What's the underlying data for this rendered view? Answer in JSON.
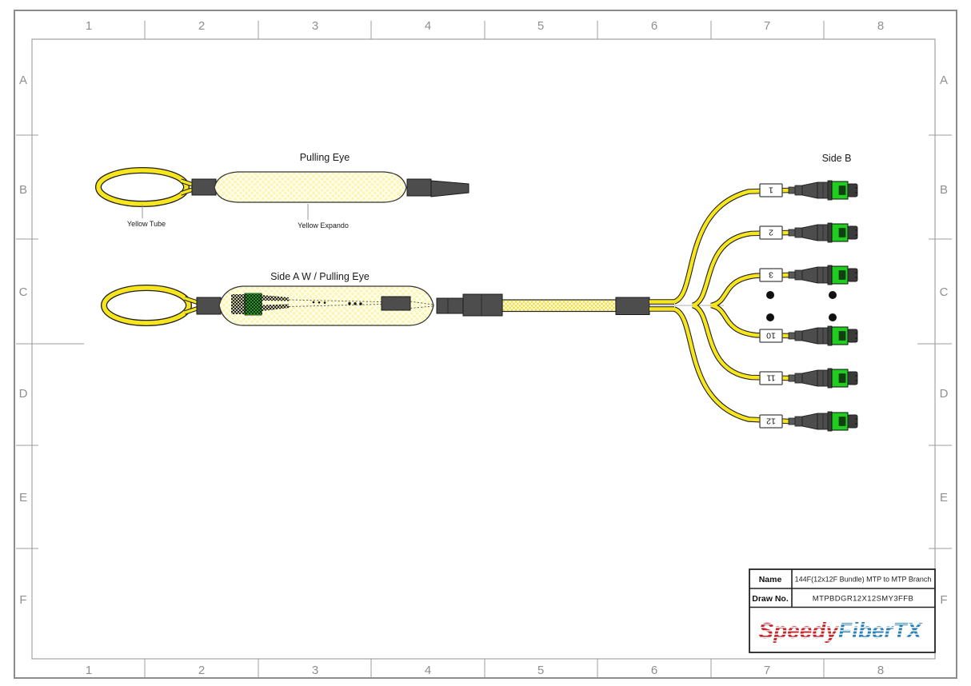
{
  "sheet": {
    "grid": {
      "columns": [
        "1",
        "2",
        "3",
        "4",
        "5",
        "6",
        "7",
        "8"
      ],
      "rows": [
        "A",
        "B",
        "C",
        "D",
        "E",
        "F"
      ]
    },
    "pulling_eye": {
      "title": "Pulling Eye",
      "tube_label": "Yellow Tube",
      "expando_label": "Yellow Expando"
    },
    "side_a": {
      "title": "Side A W / Pulling Eye"
    },
    "side_b": {
      "title": "Side B",
      "branch_labels": [
        "1",
        "2",
        "3",
        "10",
        "11",
        "12"
      ]
    },
    "title_block": {
      "name_label": "Name",
      "name_value": "144F(12x12F Bundle) MTP to MTP Branch",
      "draw_no_label": "Draw No.",
      "draw_no_value": "MTPBDGR12X12SMY3FFB",
      "brand_first": "Speedy",
      "brand_second": "FiberTX"
    },
    "colors": {
      "cable_yellow": "#F7E61E",
      "expando_fill": "#FBF7B0",
      "connector_green": "#1FCE1F",
      "hardware_gray": "#4D4D4D",
      "logo_red": "#C1272D",
      "logo_blue": "#2980B9"
    }
  }
}
